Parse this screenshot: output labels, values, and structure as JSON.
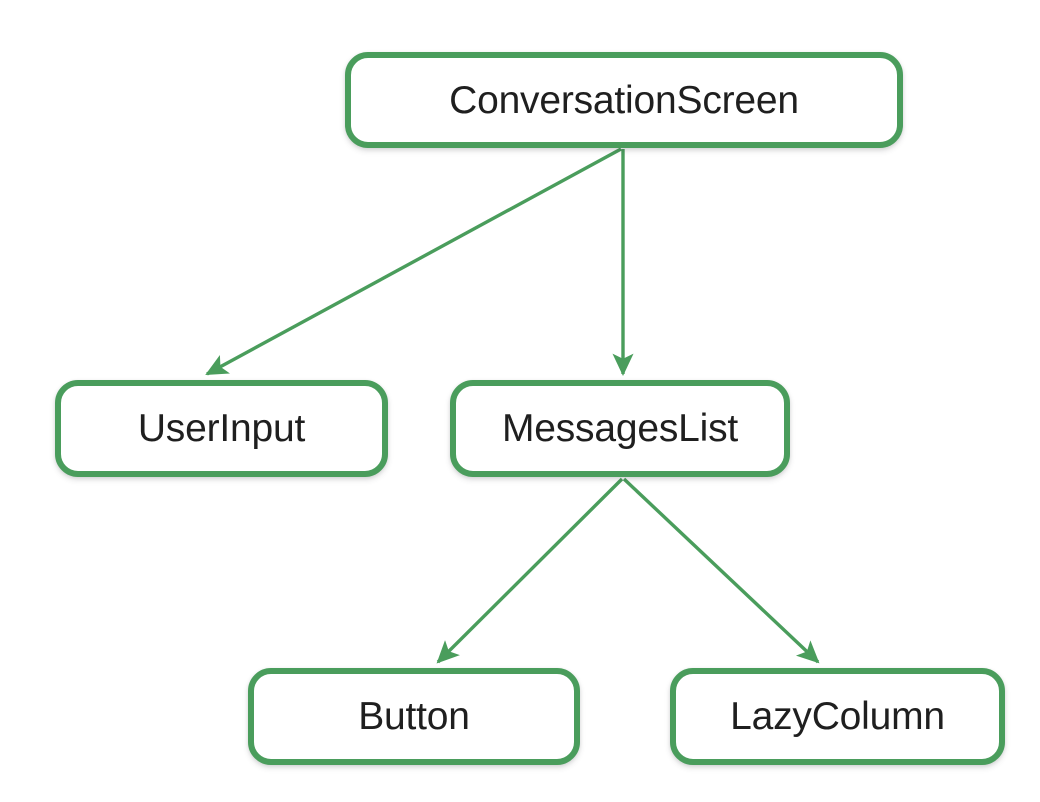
{
  "diagram": {
    "type": "directed-graph",
    "title": "",
    "background_color": "#ffffff",
    "node_border_color": "#4a9d5c",
    "node_fill_color": "#ffffff",
    "node_text_color": "#1f1f1f",
    "edge_color": "#4a9d5c",
    "nodes": [
      {
        "id": "ConversationScreen",
        "label": "ConversationScreen",
        "level": 0
      },
      {
        "id": "UserInput",
        "label": "UserInput",
        "level": 1
      },
      {
        "id": "MessagesList",
        "label": "MessagesList",
        "level": 1
      },
      {
        "id": "Button",
        "label": "Button",
        "level": 2
      },
      {
        "id": "LazyColumn",
        "label": "LazyColumn",
        "level": 2
      }
    ],
    "edges": [
      {
        "from": "ConversationScreen",
        "to": "UserInput",
        "arrow": "single"
      },
      {
        "from": "ConversationScreen",
        "to": "MessagesList",
        "arrow": "single"
      },
      {
        "from": "MessagesList",
        "to": "Button",
        "arrow": "single"
      },
      {
        "from": "MessagesList",
        "to": "LazyColumn",
        "arrow": "single"
      }
    ]
  }
}
